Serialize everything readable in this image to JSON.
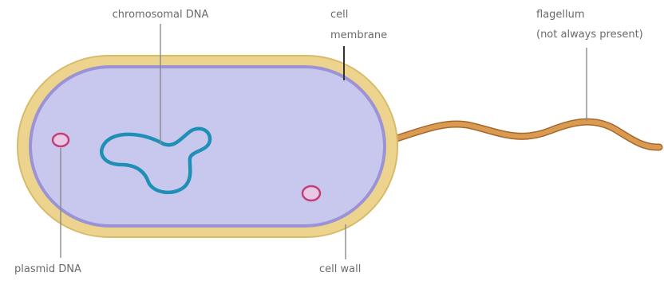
{
  "diagram": {
    "labels": {
      "chromosomal_dna": "chromosomal DNA",
      "cell_membrane_line1": "cell",
      "cell_membrane_line2": "membrane",
      "flagellum_line1": "flagellum",
      "flagellum_line2": "(not always present)",
      "plasmid_dna": "plasmid DNA",
      "cell_wall": "cell wall"
    },
    "colors": {
      "cell_wall": "#ecd48e",
      "cell_wall_outline": "#d8bb6a",
      "cytoplasm": "#c8c8ee",
      "cell_membrane": "#9c93d6",
      "chromosome": "#1f8fb5",
      "plasmid": "#c2407a",
      "flagellum": "#c8843a",
      "flagellum_base": "#a8672a",
      "label_text": "#6a6a6a",
      "leader_line": "#8a8a8a"
    }
  }
}
